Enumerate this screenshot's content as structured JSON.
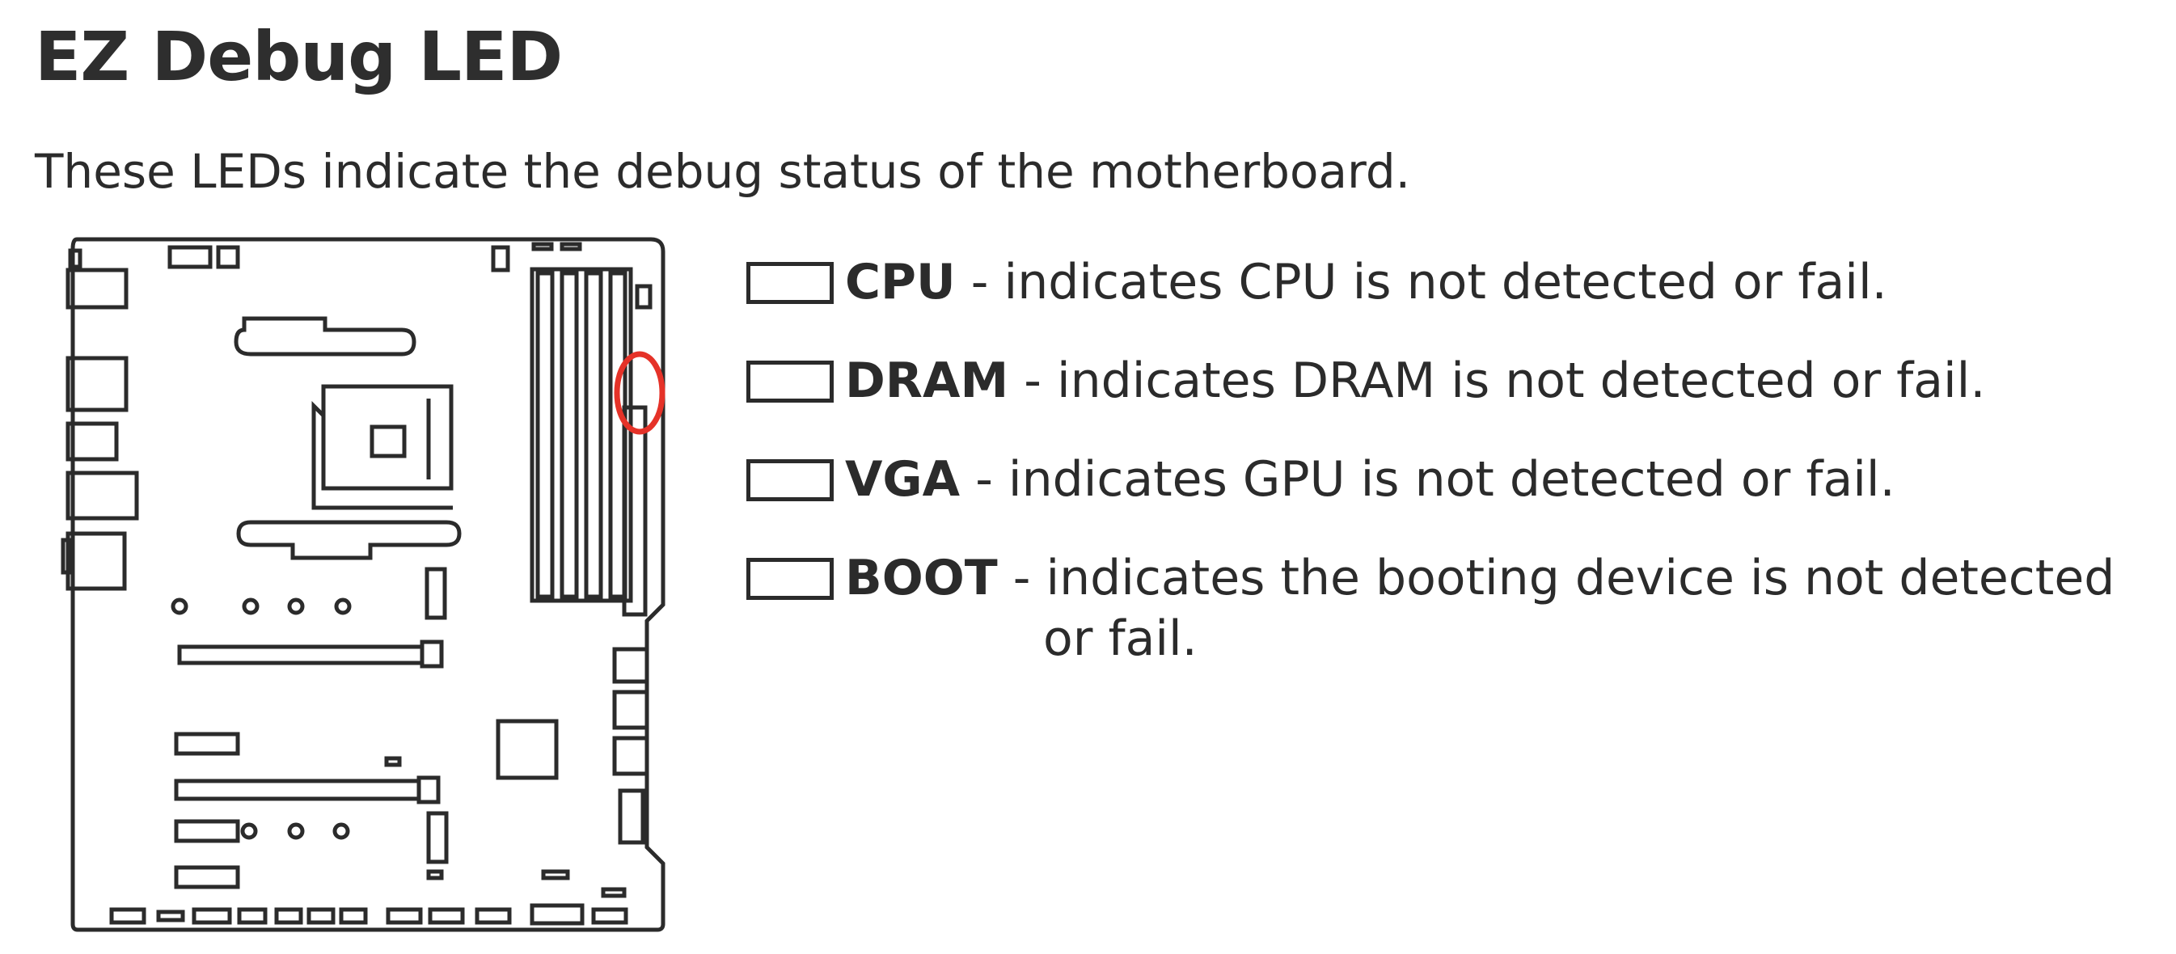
{
  "title": "EZ Debug LED",
  "subtitle": "These LEDs indicate the debug status of the motherboard.",
  "colors": {
    "text": "#2b2b2b",
    "outline": "#2b2b2b",
    "highlight": "#e53228"
  },
  "leds": [
    {
      "name": "CPU",
      "description": " - indicates CPU is not detected or fail."
    },
    {
      "name": "DRAM",
      "description": " - indicates DRAM is not detected or fail."
    },
    {
      "name": "VGA",
      "description": " - indicates GPU is not detected or fail."
    },
    {
      "name": "BOOT",
      "description": " - indicates the booting device is not detected",
      "continuation": "or fail."
    }
  ]
}
